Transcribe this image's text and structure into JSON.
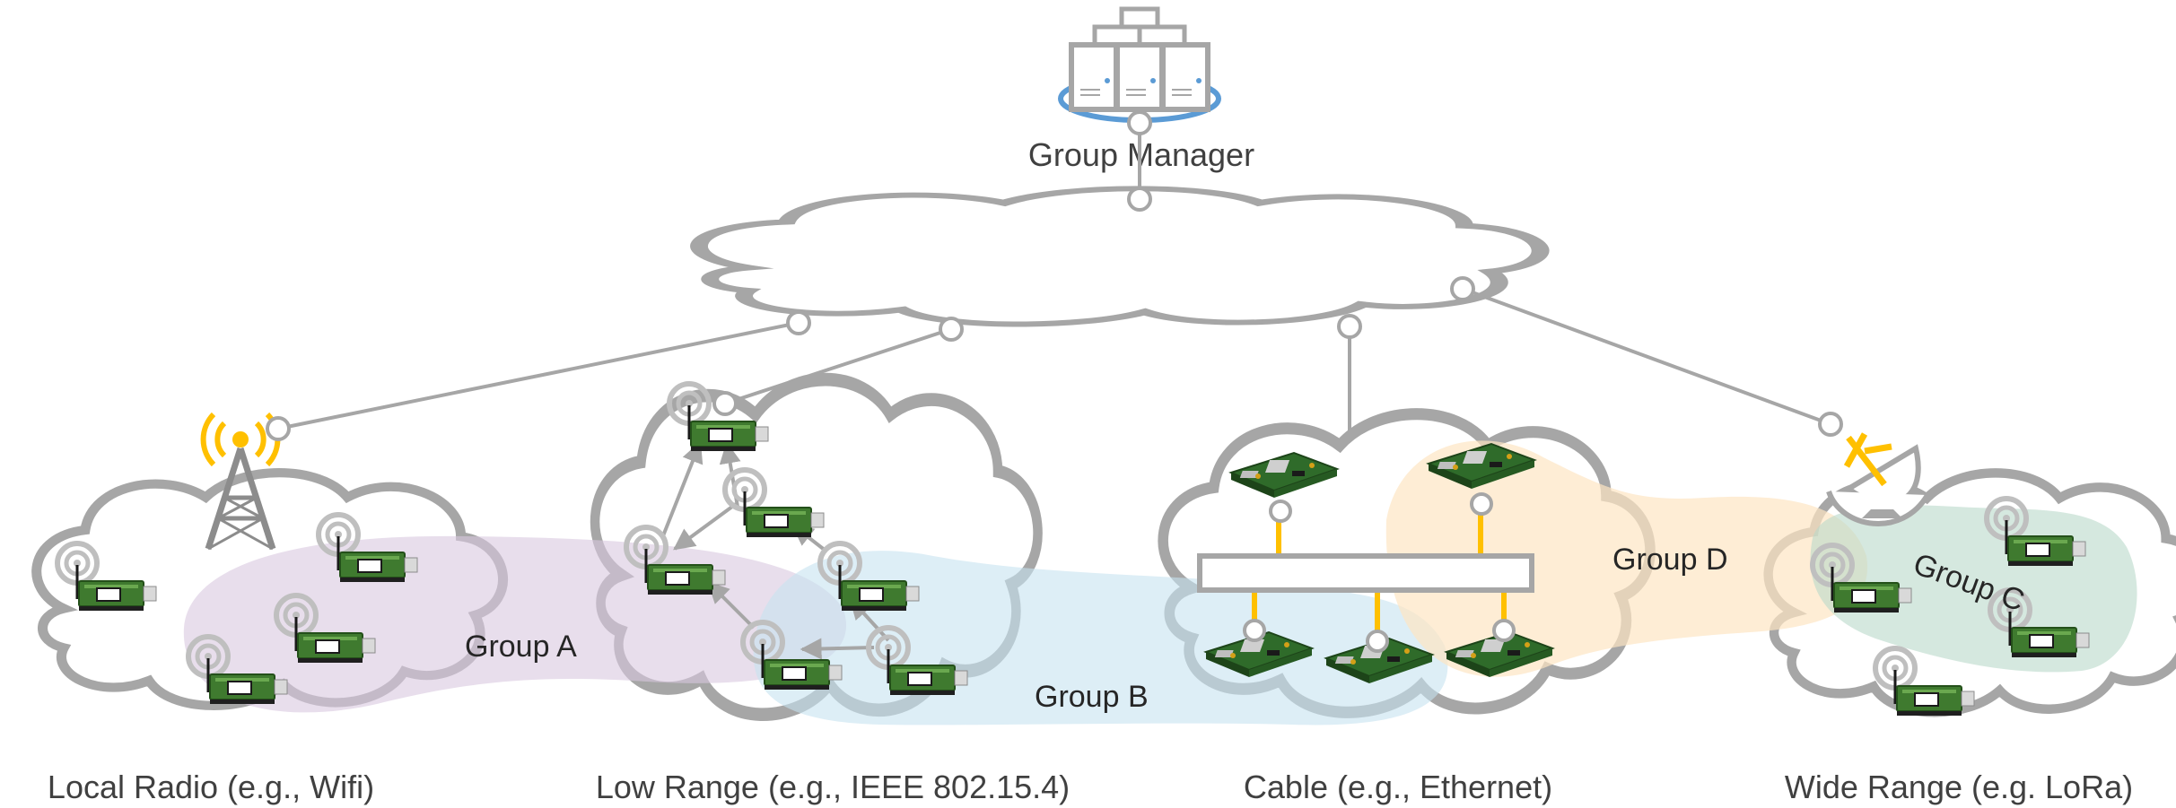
{
  "manager": {
    "label": "Group Manager",
    "icon": "server-rack-icon"
  },
  "networks": [
    {
      "caption": "Local Radio (e.g., Wifi)",
      "icon": "radio-tower-icon"
    },
    {
      "caption": "Low Range (e.g., IEEE 802.15.4)",
      "icon": "mesh-network-icon"
    },
    {
      "caption": "Cable (e.g., Ethernet)",
      "icon": "ethernet-switch-icon"
    },
    {
      "caption": "Wide Range (e.g. LoRa)",
      "icon": "satellite-dish-icon"
    }
  ],
  "groups": [
    {
      "label": "Group A",
      "color": "#d9c8e0"
    },
    {
      "label": "Group B",
      "color": "#c6e2f0"
    },
    {
      "label": "Group C",
      "color": "#b9d9c9"
    },
    {
      "label": "Group D",
      "color": "#fde6c3"
    }
  ],
  "colors": {
    "line": "#a6a6a6",
    "accent": "#ffc000",
    "manager_ring": "#5b9bd5",
    "board": "#3f7a2f"
  }
}
